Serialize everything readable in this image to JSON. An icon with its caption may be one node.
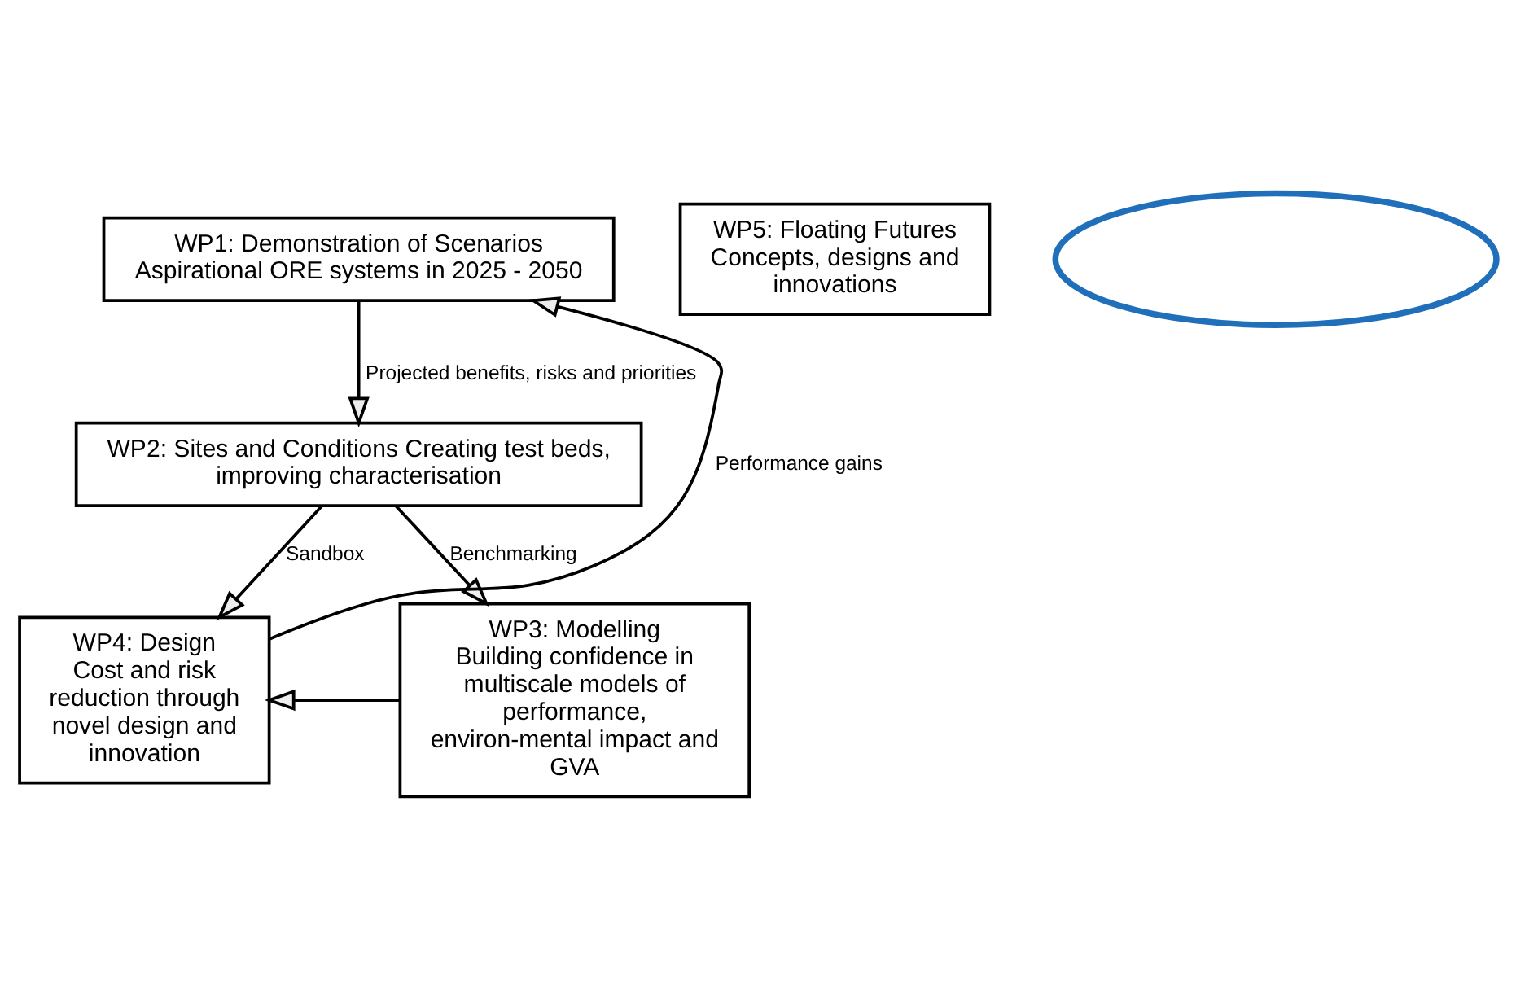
{
  "diagram": {
    "nodes": [
      {
        "text": [
          "WP1: Demonstration of Scenarios Aspirational ORE systems in 2025 - 2050"
        ]
      },
      {
        "text": [
          "WP2: Sites and Conditions Creating test beds, improving characterisation"
        ]
      },
      {
        "text": [
          "WP4: Design",
          "Cost and risk reduction through novel design and innovation"
        ]
      },
      {
        "text": [
          "WP3: Modelling",
          "Building confidence in multiscale models of performance, environ-mental impact and GVA"
        ]
      },
      {
        "text": [
          "WP5: Floating Futures Concepts, designs and innovations"
        ]
      },
      {
        "text": [],
        "shape": "ellipse"
      }
    ],
    "edges": [
      {
        "from": 0,
        "to": 1,
        "arrow": "to",
        "label": "Projected benefits, risks and priorities"
      },
      {
        "from": 1,
        "to": 2,
        "arrow": "to",
        "label": "Sandbox"
      },
      {
        "from": 1,
        "to": 3,
        "arrow": "to",
        "label": "Benchmarking"
      },
      {
        "from": 3,
        "to": 2,
        "arrow": "to"
      },
      {
        "from": 2,
        "to": 0,
        "arrow": "to",
        "label": "Performance gains"
      }
    ]
  }
}
